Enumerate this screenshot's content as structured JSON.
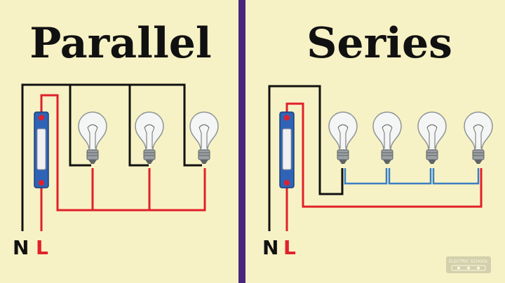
{
  "left_panel": {
    "title": "Parallel",
    "terminals": {
      "neutral": "N",
      "live": "L"
    }
  },
  "right_panel": {
    "title": "Series",
    "terminals": {
      "neutral": "N",
      "live": "L"
    }
  },
  "watermark": {
    "text": "ELECTRIC SCHOOL"
  },
  "colors": {
    "background": "#f7f2c5",
    "divider": "#4a2580",
    "neutral_wire": "#111111",
    "live_wire": "#e0202a",
    "series_link_wire": "#3a7fc4",
    "switch_body": "#2f63b6"
  },
  "icons": [
    "light-bulb-icon",
    "wall-switch-icon"
  ]
}
